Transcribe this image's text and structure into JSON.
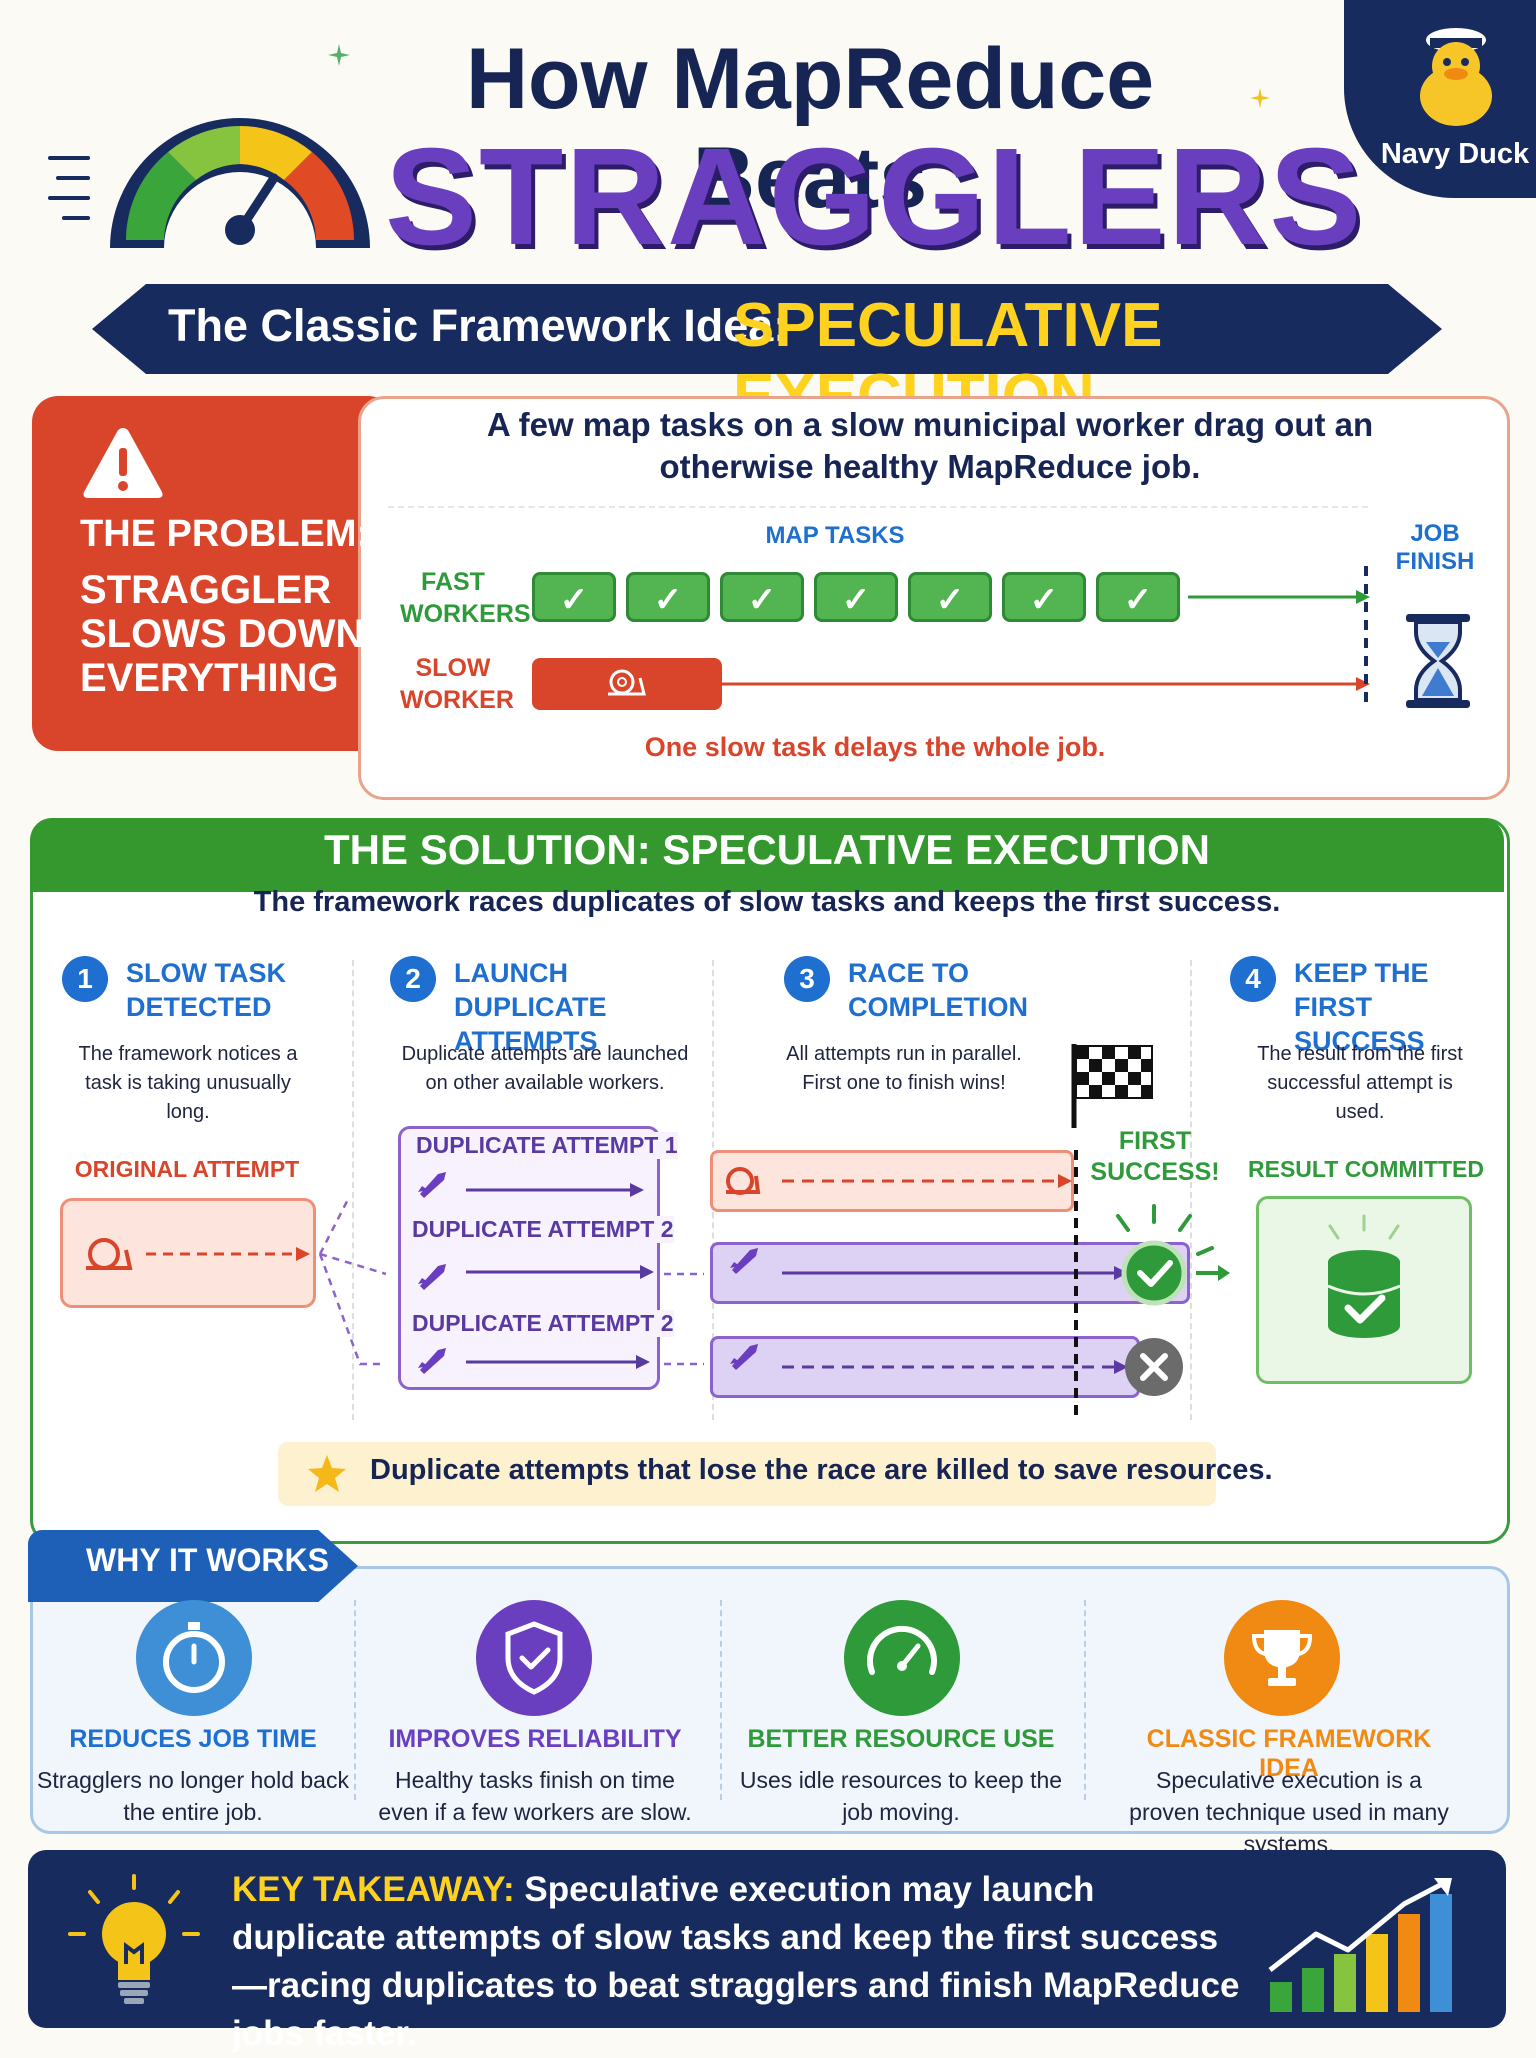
{
  "header": {
    "title_line1": "How MapReduce Beats",
    "title_line2": "STRAGGLERS",
    "badge": "Navy Duck",
    "banner_prefix": "The Classic Framework Idea:",
    "banner_highlight": "SPECULATIVE EXECUTION"
  },
  "problem": {
    "label": "THE PROBLEM:",
    "title": "STRAGGLER SLOWS DOWN EVERYTHING",
    "description": "A few map tasks on a slow municipal worker drag out an otherwise healthy MapReduce job.",
    "map_tasks_label": "MAP TASKS",
    "job_finish_label": "JOB FINISH",
    "fast_label": "FAST WORKERS",
    "slow_label": "SLOW WORKER",
    "check": "✓",
    "caption": "One slow task delays the whole job."
  },
  "solution": {
    "title": "THE SOLUTION: SPECULATIVE EXECUTION",
    "subtitle": "The framework races duplicates of slow tasks and keeps the first success.",
    "steps": [
      {
        "num": "1",
        "title": "SLOW TASK DETECTED",
        "desc": "The framework notices a task is taking unusually long."
      },
      {
        "num": "2",
        "title": "LAUNCH DUPLICATE ATTEMPTS",
        "desc": "Duplicate attempts are launched on other available workers."
      },
      {
        "num": "3",
        "title": "RACE TO COMPLETION",
        "desc": "All attempts run in parallel. First one to finish wins!"
      },
      {
        "num": "4",
        "title": "KEEP THE FIRST SUCCESS",
        "desc": "The result from the first successful attempt is used."
      }
    ],
    "original_attempt": "ORIGINAL ATTEMPT",
    "duplicates": [
      "DUPLICATE ATTEMPT 1",
      "DUPLICATE ATTEMPT 2",
      "DUPLICATE ATTEMPT 2"
    ],
    "first_success": "FIRST SUCCESS!",
    "result_committed": "RESULT COMMITTED",
    "note": "Duplicate attempts that lose the race are killed to save resources."
  },
  "why": {
    "title": "WHY IT WORKS",
    "items": [
      {
        "title": "REDUCES JOB TIME",
        "desc": "Stragglers no longer hold back the entire job.",
        "color": "#1e6fd0"
      },
      {
        "title": "IMPROVES RELIABILITY",
        "desc": "Healthy tasks finish on time even if a few workers are slow.",
        "color": "#6a3fbf"
      },
      {
        "title": "BETTER RESOURCE USE",
        "desc": "Uses idle resources to keep the job moving.",
        "color": "#2e9a3a"
      },
      {
        "title": "CLASSIC FRAMEWORK IDEA",
        "desc": "Speculative execution is a proven technique used in many systems.",
        "color": "#f08a12"
      }
    ]
  },
  "takeaway": {
    "label": "KEY TAKEAWAY:",
    "text": "Speculative execution may launch duplicate attempts of slow tasks and keep the first success—racing duplicates to beat stragglers and finish MapReduce jobs faster."
  },
  "colors": {
    "navy": "#172b5e",
    "purple": "#6a3fbf",
    "green": "#35982f",
    "red": "#d9452b",
    "yellow": "#ffd21f",
    "blue": "#1e6fd0",
    "orange": "#f08a12"
  }
}
